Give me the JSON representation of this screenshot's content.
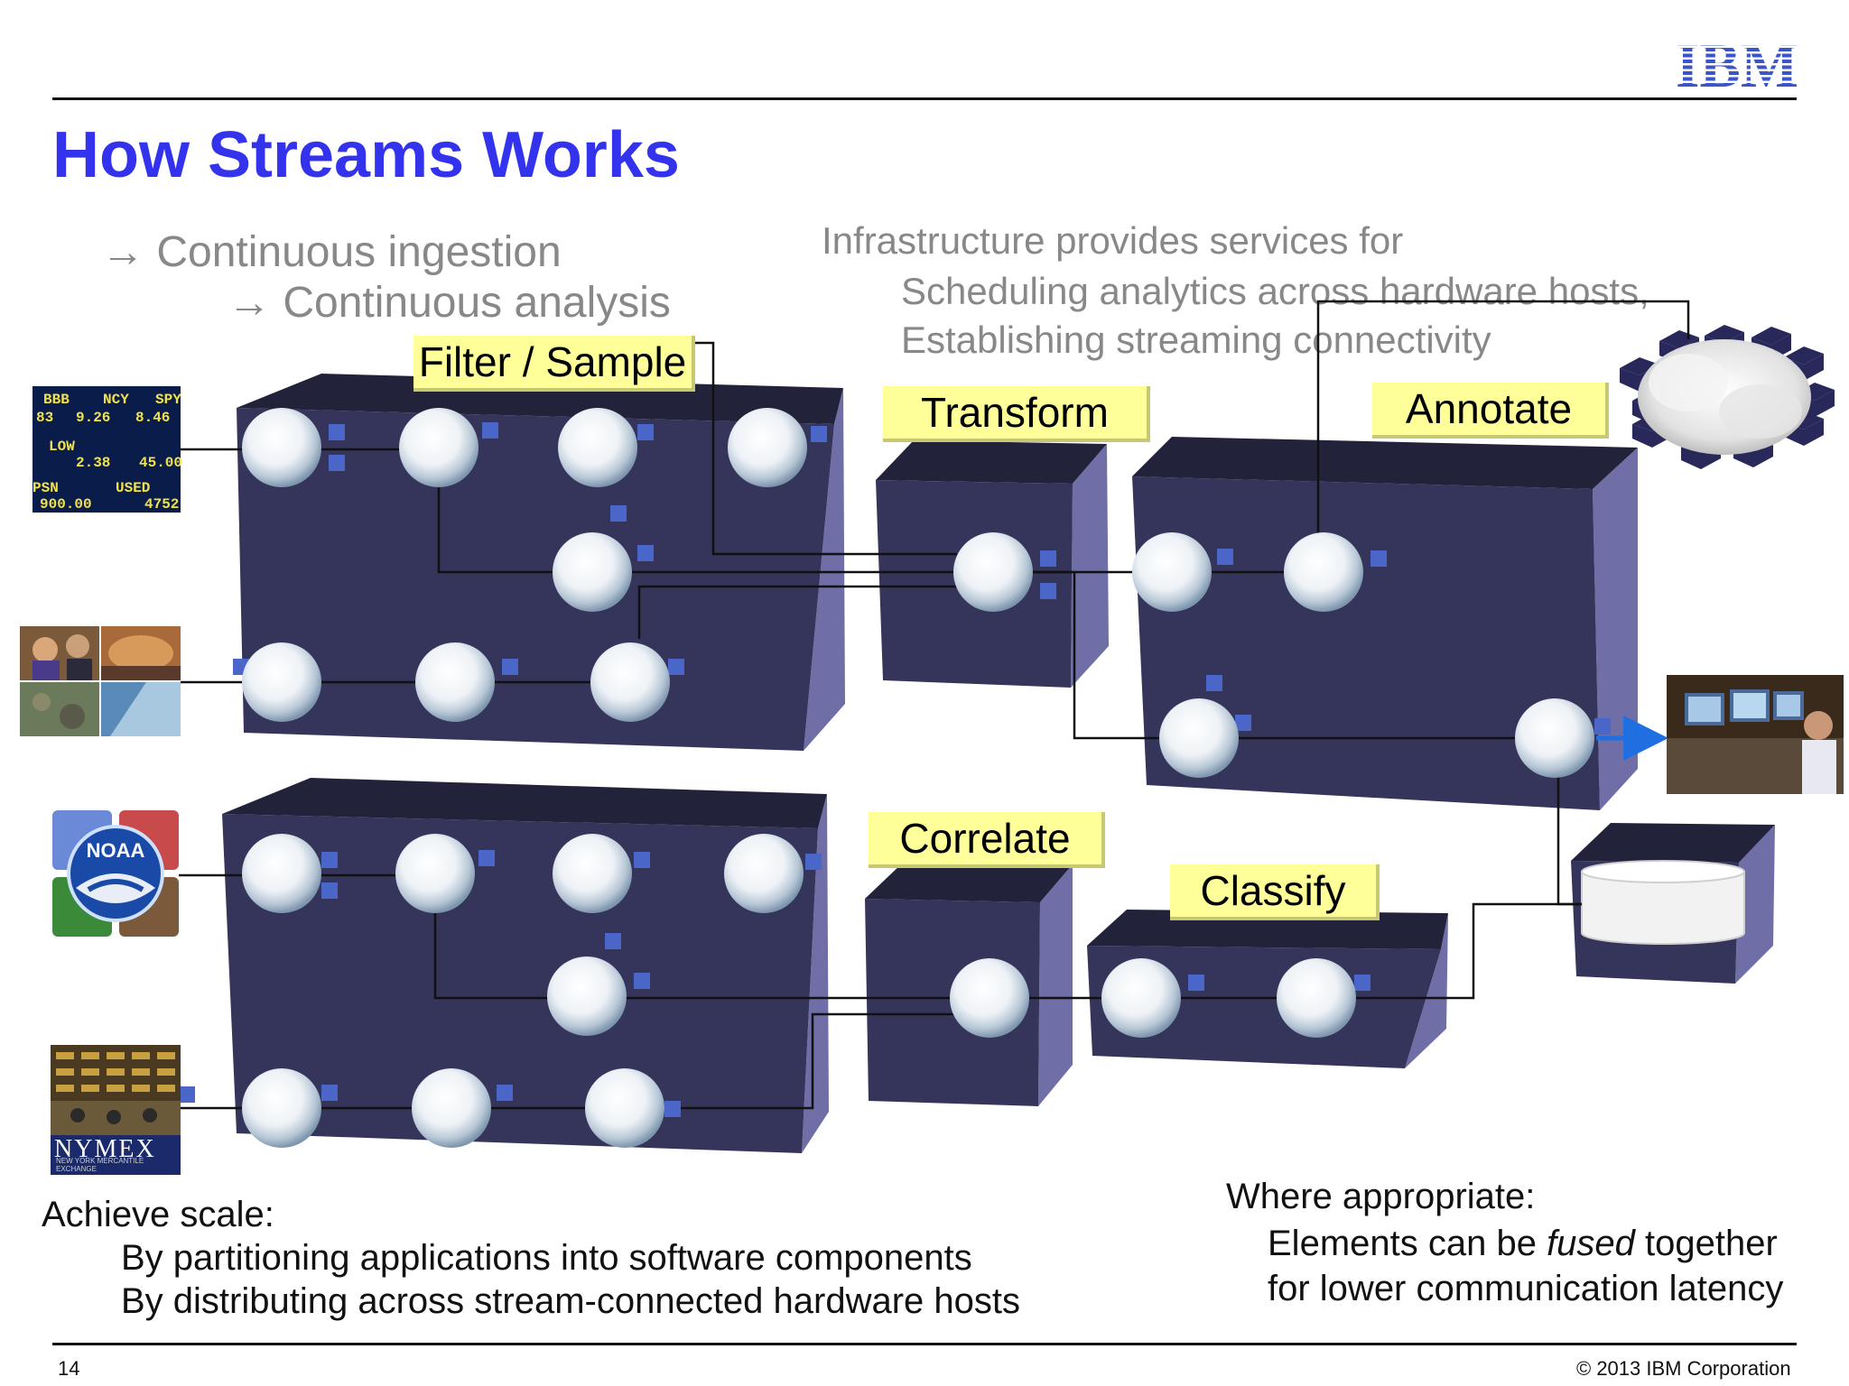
{
  "slide": {
    "title": "How Streams Works",
    "logo_text": "IBM",
    "page_number": "14",
    "copyright": "© 2013 IBM Corporation"
  },
  "intro": {
    "line1": "Continuous ingestion",
    "line2": "Continuous analysis"
  },
  "infrastructure": {
    "heading": "Infrastructure provides services for",
    "items": [
      "Scheduling analytics across hardware hosts,",
      "Establishing streaming connectivity"
    ]
  },
  "stages": {
    "filter": "Filter / Sample",
    "transform": "Transform",
    "annotate": "Annotate",
    "correlate": "Correlate",
    "classify": "Classify"
  },
  "sources": {
    "ticker_cells": [
      "BBB",
      "NCY",
      "SPY",
      "83",
      "9.26",
      "8.46",
      "LOW",
      "2.38",
      "45.00",
      "PSN",
      "USED",
      "900.00",
      "4752"
    ],
    "noaa": "NOAA",
    "nymex": "NYMEX",
    "nymex_sub": "NEW YORK MERCANTILE EXCHANGE"
  },
  "bottom_left": {
    "heading": "Achieve scale:",
    "items": [
      "By partitioning applications into software components",
      "By distributing across stream-connected hardware hosts"
    ]
  },
  "bottom_right": {
    "heading": "Where appropriate:",
    "line1_pre": "Elements can be ",
    "line1_em": "fused",
    "line1_post": " together",
    "line2": "for lower communication latency"
  },
  "colors": {
    "title": "#3333ee",
    "box_front": "#35345a",
    "box_top": "#22223a",
    "box_side": "#6f6ea6",
    "label_fill": "#ffff99",
    "port": "#4a66c8",
    "arrow": "#1f6fe0"
  }
}
